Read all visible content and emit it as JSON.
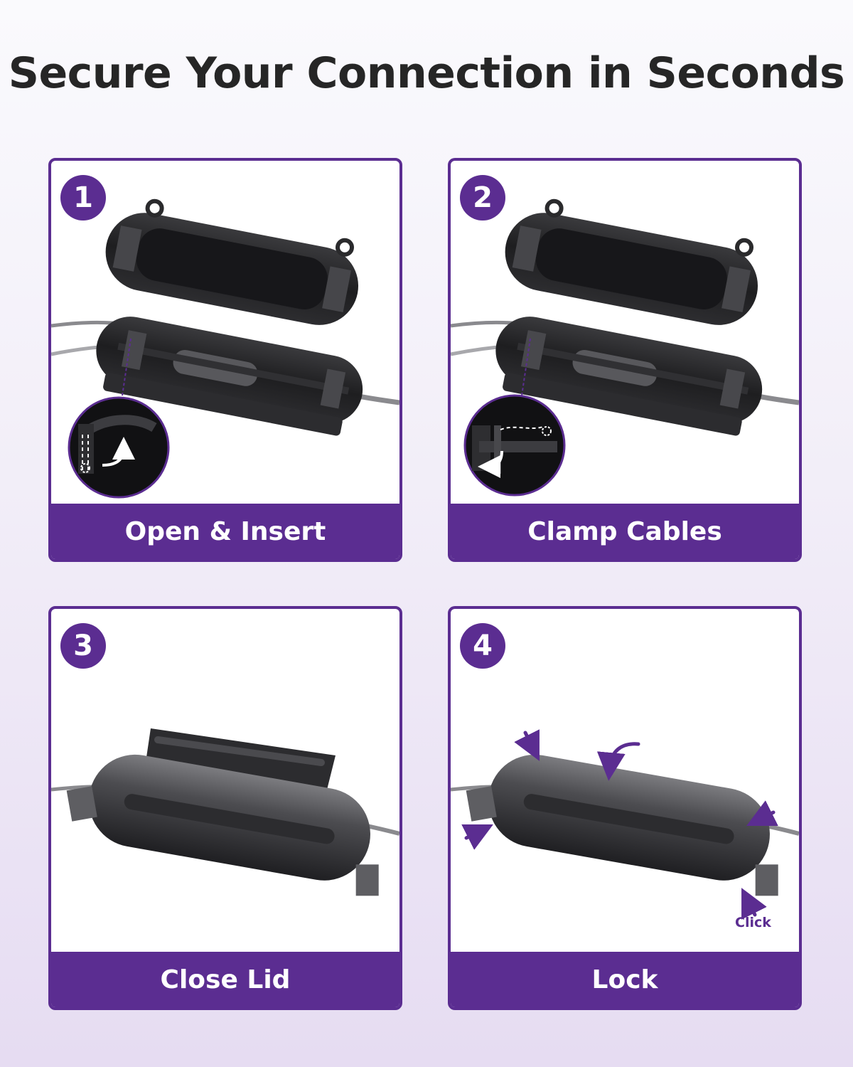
{
  "headline": "Secure Your Connection in Seconds",
  "colors": {
    "brand_purple": "#5b2d91",
    "housing_dark": "#2b2b2d",
    "housing_grey": "#505052",
    "text_dark": "#262626"
  },
  "steps": [
    {
      "number": "1",
      "label": "Open & Insert",
      "illustration": "open-housing-with-cable-clamp-inset"
    },
    {
      "number": "2",
      "label": "Clamp Cables",
      "illustration": "open-housing-with-clamped-cable-inset"
    },
    {
      "number": "3",
      "label": "Close Lid",
      "illustration": "housing-with-lid-closing"
    },
    {
      "number": "4",
      "label": "Lock",
      "illustration": "closed-locked-housing",
      "callout": "Click"
    }
  ]
}
